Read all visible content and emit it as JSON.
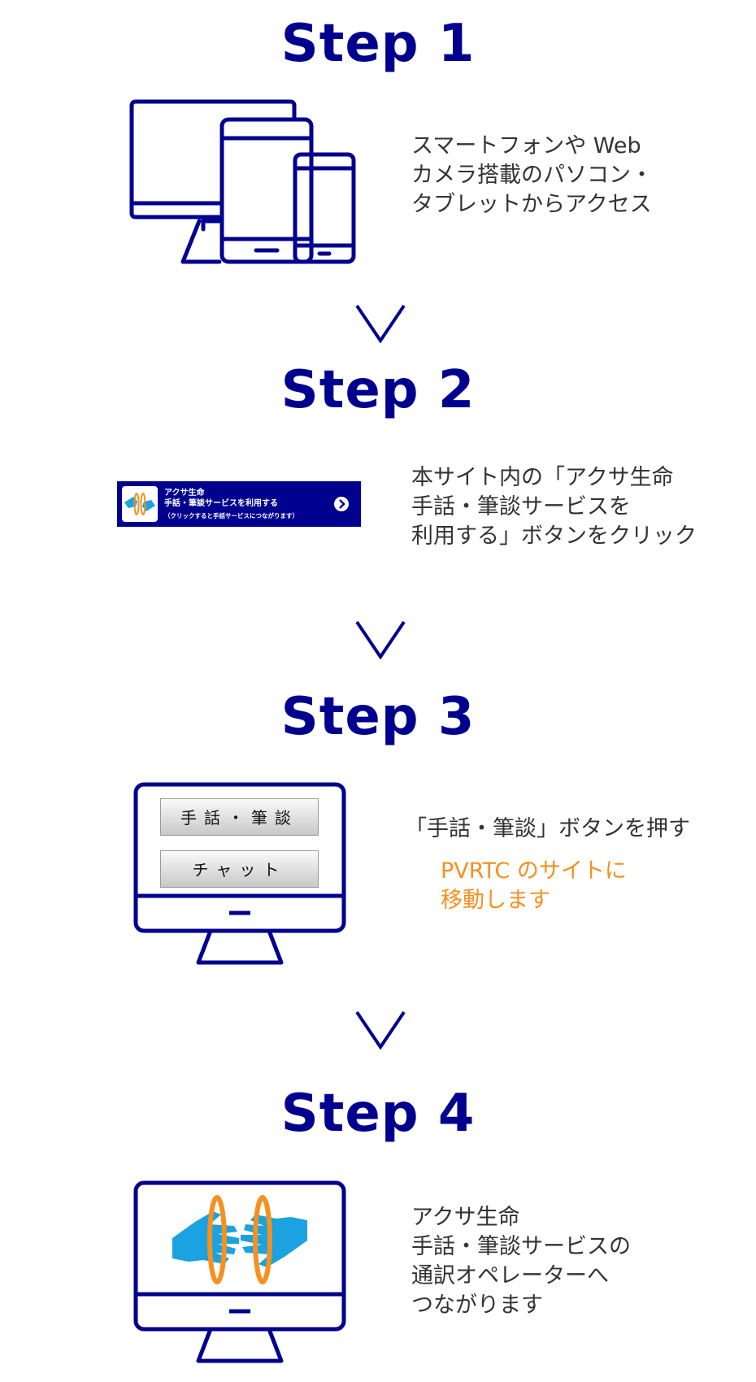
{
  "steps": [
    {
      "title": "Step 1",
      "lines": [
        "スマートフォンや Web",
        "カメラ搭載のパソコン・",
        "タブレットからアクセス"
      ],
      "icon": "devices-icon"
    },
    {
      "title": "Step 2",
      "lines": [
        "本サイト内の「アクサ生命",
        "手話・筆談サービスを",
        "利用する」ボタンをクリック"
      ],
      "banner": {
        "line1": "アクサ生命",
        "line2": "手話・筆談サービスを利用する",
        "line3": "（クリックすると手話サービスにつながります）"
      }
    },
    {
      "title": "Step 3",
      "lines": [
        "「手話・筆談」ボタンを押す"
      ],
      "note_lines": [
        "PVRTC のサイトに",
        "移動します"
      ],
      "screen_buttons": [
        "手話・筆談",
        "チャット"
      ]
    },
    {
      "title": "Step 4",
      "lines": [
        "アクサ生命",
        "手話・筆談サービスの",
        "通訳オペレーターへ",
        "つながります"
      ],
      "icon": "sign-language-hands-icon"
    }
  ],
  "colors": {
    "brand_blue": "#00008f",
    "accent_orange": "#f7901e",
    "hand_blue": "#1aa3e0",
    "text": "#333333"
  }
}
